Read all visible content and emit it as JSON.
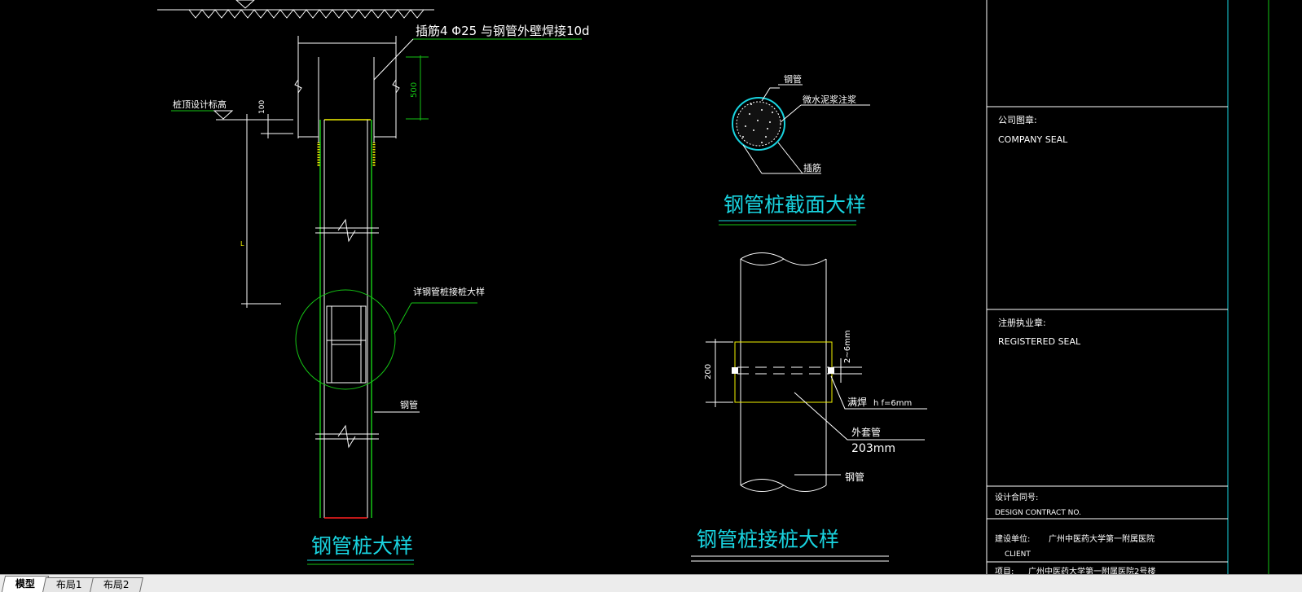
{
  "colors": {
    "background": "#000000",
    "white": "#ffffff",
    "cyan": "#19d3df",
    "green": "#15c415",
    "yellow": "#f2f200",
    "red": "#ff2020"
  },
  "drawing1": {
    "annotation_top": "插筋4 Φ25 与钢管外壁焊接10d",
    "pile_top_label": "桩顶设计标高",
    "dim_100": "100",
    "dim_500": "500",
    "dim_l": "L",
    "detail_callout": "详钢管桩接桩大样",
    "pipe_label": "钢管",
    "title": "钢管桩大样"
  },
  "drawing2": {
    "pipe_label": "钢管",
    "fill_label": "微水泥浆注浆",
    "weld_label": "插筋",
    "title": "钢管桩截面大样"
  },
  "drawing3": {
    "dim_200": "200",
    "dim_gap": "2~6mm",
    "weld_label": "满焊",
    "weld_height": "h f=6mm",
    "sleeve_label": "外套管",
    "sleeve_size": "203mm",
    "pipe_label": "钢管",
    "title": "钢管桩接桩大样"
  },
  "titleblock": {
    "company_seal_cn": "公司图章:",
    "company_seal_en": "COMPANY SEAL",
    "registered_seal_cn": "注册执业章:",
    "registered_seal_en": "REGISTERED SEAL",
    "contract_cn": "设计合同号:",
    "contract_en": "DESIGN CONTRACT NO.",
    "client_cn": "建设单位:",
    "client_value": "广州中医药大学第一附属医院",
    "client_en": "CLIENT",
    "project_cn": "项目:",
    "project_value": "广州中医药大学第一附属医院2号楼"
  },
  "tabs": [
    {
      "label": "模型",
      "active": true
    },
    {
      "label": "布局1",
      "active": false
    },
    {
      "label": "布局2",
      "active": false
    }
  ]
}
